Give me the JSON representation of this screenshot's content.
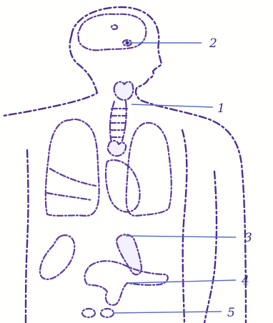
{
  "labels": [
    {
      "id": "label-1",
      "text": "1"
    },
    {
      "id": "label-2",
      "text": "2"
    },
    {
      "id": "label-3",
      "text": "3"
    },
    {
      "id": "label-4",
      "text": "4"
    },
    {
      "id": "label-5",
      "text": "5"
    }
  ],
  "colors": {
    "ink": "#4b2e8c",
    "leader": "#5a6cc0",
    "paper": "#fffffe"
  }
}
